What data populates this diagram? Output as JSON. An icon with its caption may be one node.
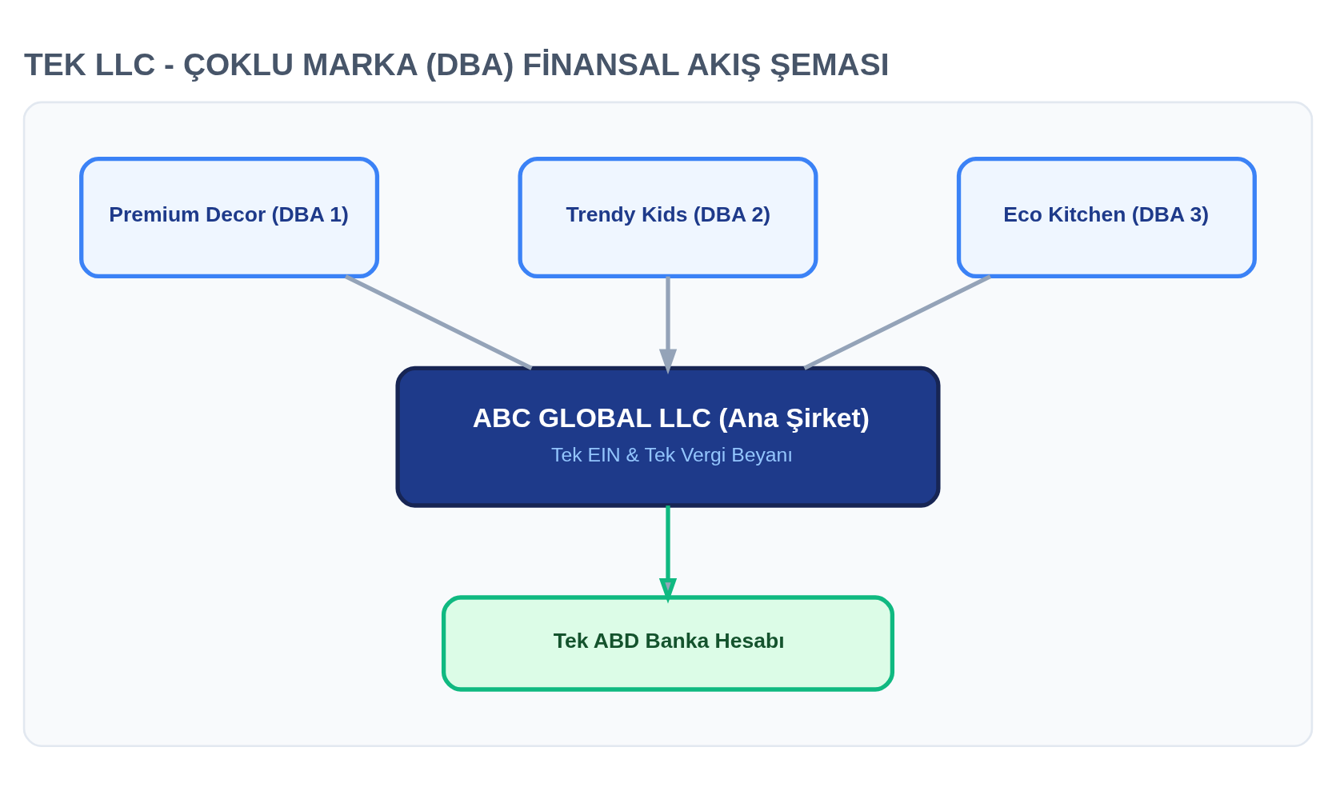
{
  "diagram": {
    "title": "TEK LLC - ÇOKLU MARKA (DBA) FİNANSAL AKIŞ ŞEMASI",
    "nodes": [
      {
        "text": [],
        "shape": "box"
      },
      {
        "text": [
          "Premium Decor (DBA 1)"
        ],
        "in": 0
      },
      {
        "text": [
          "Trendy Kids (DBA 2)"
        ],
        "in": 0
      },
      {
        "text": [
          "Eco Kitchen (DBA 3)"
        ],
        "in": 0
      },
      {
        "text": [
          "ABC GLOBAL LLC (Ana Şirket)",
          "Tek EIN & Tek Vergi Beyanı"
        ],
        "in": 0
      },
      {
        "text": [
          "Tek ABD Banka Hesabı"
        ],
        "in": 0
      }
    ],
    "edges": [
      {
        "from": 1,
        "to": 4,
        "arrow": "none"
      },
      {
        "from": 2,
        "to": 4,
        "arrow": "to"
      },
      {
        "from": 3,
        "to": 4,
        "arrow": "none"
      },
      {
        "from": 4,
        "to": 5,
        "arrow": "to",
        "color": "#10b981"
      }
    ]
  }
}
